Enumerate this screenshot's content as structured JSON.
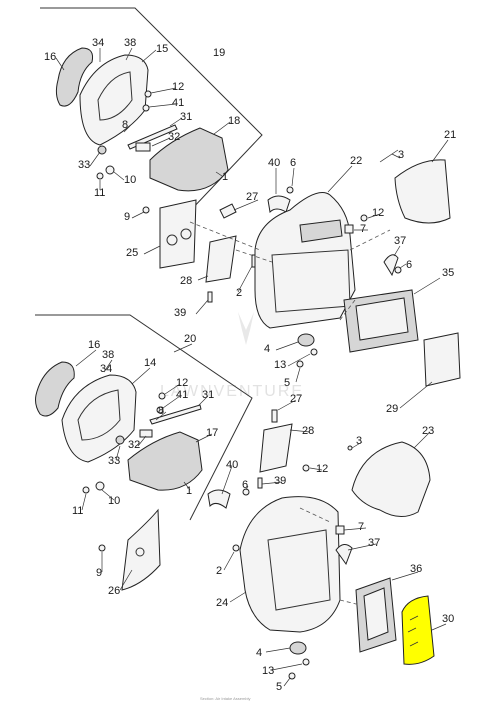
{
  "diagram": {
    "labels_upper": [
      "16",
      "34",
      "38",
      "15",
      "19",
      "12",
      "41",
      "8",
      "31",
      "32",
      "18",
      "33",
      "10",
      "11",
      "1",
      "9",
      "25",
      "28",
      "39",
      "2",
      "27",
      "40",
      "6",
      "22",
      "3",
      "21",
      "7",
      "12",
      "37",
      "6",
      "35",
      "4",
      "13",
      "5",
      "29"
    ],
    "labels_lower": [
      "16",
      "38",
      "14",
      "34",
      "20",
      "12",
      "41",
      "31",
      "8",
      "17",
      "32",
      "33",
      "1",
      "10",
      "11",
      "27",
      "28",
      "3",
      "23",
      "40",
      "6",
      "39",
      "12",
      "9",
      "26",
      "7",
      "37",
      "2",
      "24",
      "36",
      "30",
      "4",
      "13",
      "5"
    ],
    "watermark": "LAWNVENTURE",
    "footer": "Section: Air Intake Assembly",
    "highlight_color": "#ffff00",
    "line_color": "#222222"
  }
}
